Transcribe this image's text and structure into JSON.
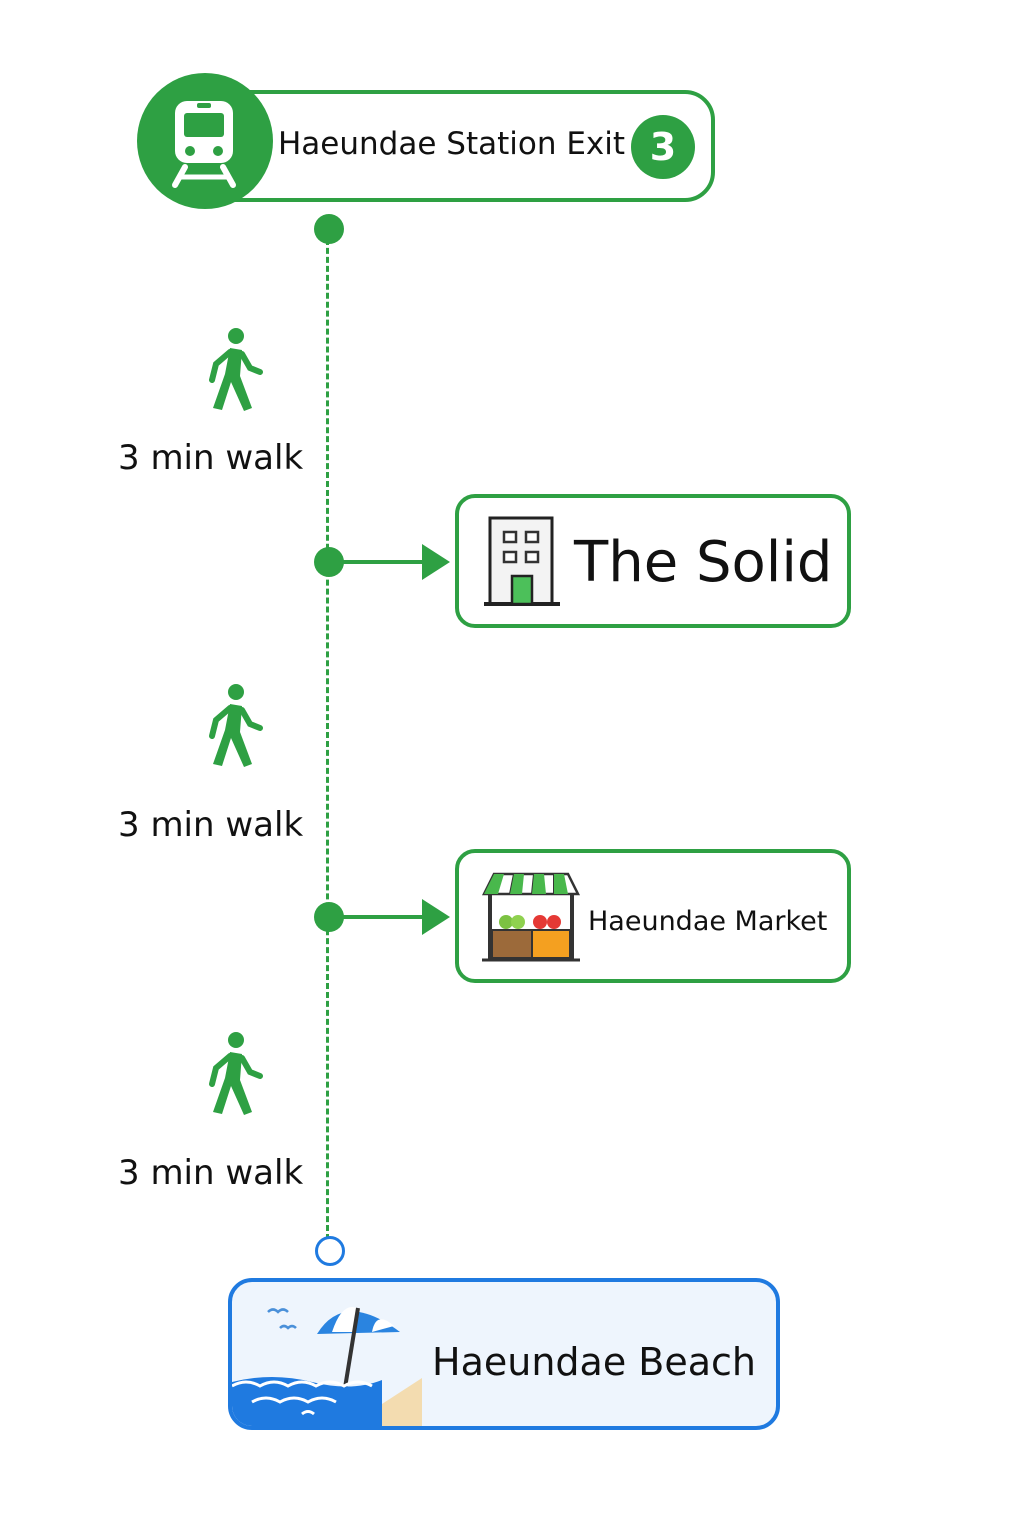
{
  "start": {
    "title": "Haeundae Station Exit",
    "exit_number": "3",
    "icon": "train-icon"
  },
  "segments": [
    {
      "label": "3 min walk",
      "icon": "walking-person-icon"
    },
    {
      "label": "3 min walk",
      "icon": "walking-person-icon"
    },
    {
      "label": "3 min walk",
      "icon": "walking-person-icon"
    }
  ],
  "stops": [
    {
      "name": "The Solid",
      "icon": "building-icon"
    },
    {
      "name": "Haeundae Market",
      "icon": "market-stall-icon"
    }
  ],
  "destination": {
    "name": "Haeundae Beach",
    "icon": "beach-umbrella-icon"
  },
  "colors": {
    "route_green": "#2ea043",
    "destination_blue": "#1f7ae0"
  }
}
